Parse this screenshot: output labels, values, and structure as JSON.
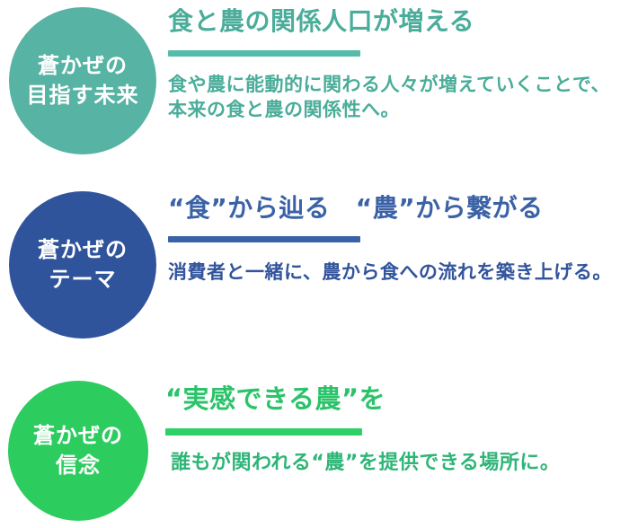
{
  "page": {
    "background_color": "#ffffff"
  },
  "sections": [
    {
      "name": "future",
      "circle": {
        "label_lines": [
          "蒼かぜの",
          "目指す未来"
        ],
        "color": "#57b3a3",
        "text_color": "#ffffff"
      },
      "heading": "食と農の関係人口が増える",
      "colors": {
        "heading": "#4aad9a",
        "underline": "#55bca9",
        "body": "#4aad9a"
      },
      "body_lines": [
        "食や農に能動的に関わる人々が増えていくことで、",
        "本来の食と農の関係性へ。"
      ]
    },
    {
      "name": "theme",
      "circle": {
        "label_lines": [
          "蒼かぜの",
          "テーマ"
        ],
        "color": "#30549b",
        "text_color": "#ffffff"
      },
      "heading": "“食”から辿る　“農”から繋がる",
      "colors": {
        "heading": "#3b62a6",
        "underline": "#3b62a6",
        "body": "#32549c"
      },
      "body_lines": [
        "消費者と一緒に、農から食への流れを築き上げる。"
      ]
    },
    {
      "name": "belief",
      "circle": {
        "label_lines": [
          "蒼かぜの",
          "信念"
        ],
        "color": "#2dcc5f",
        "text_color": "#ffffff"
      },
      "heading": "“実感できる農”を",
      "colors": {
        "heading": "#2bc369",
        "underline": "#2ed167",
        "body": "#2eb577"
      },
      "body_lines": [
        "誰もが関われる“農”を提供できる場所に。"
      ]
    }
  ]
}
